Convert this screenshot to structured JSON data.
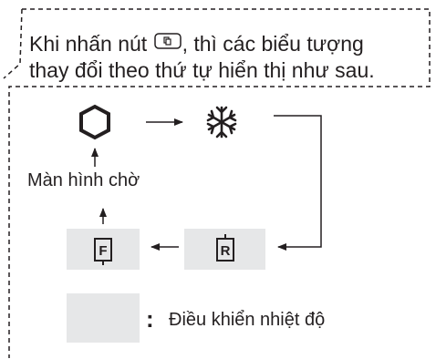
{
  "instruction": {
    "before_icon": "Khi nhấn nút",
    "after_icon": ", thì các biểu tượng",
    "line2": "thay đổi theo thứ tự hiển thị như sau."
  },
  "cycle": {
    "standby_label": "Màn hình chờ",
    "freezer_letter": "F",
    "fridge_letter": "R"
  },
  "legend": {
    "colon": ":",
    "text": "Điều khiển nhiệt độ"
  },
  "colors": {
    "text": "#231f20",
    "highlight_box": "#e6e7e8",
    "dashed_border": "#231f20"
  },
  "icons": [
    "button-icon",
    "hexagon-icon",
    "snowflake-icon",
    "freezer-icon",
    "fridge-icon"
  ]
}
